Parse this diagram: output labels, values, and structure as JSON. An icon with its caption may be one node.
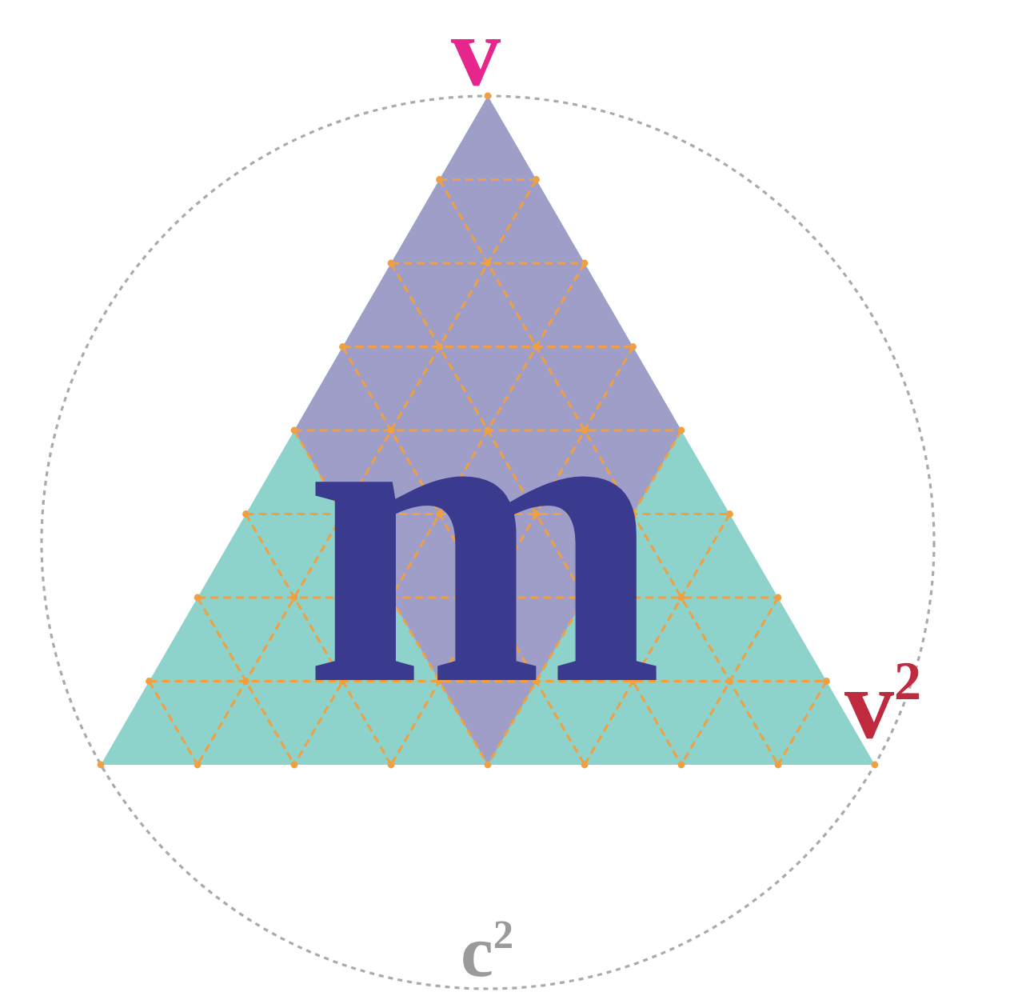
{
  "diagram": {
    "labels": [
      "v",
      "m",
      "v$^{2}$",
      "c$^{2}$"
    ]
  }
}
